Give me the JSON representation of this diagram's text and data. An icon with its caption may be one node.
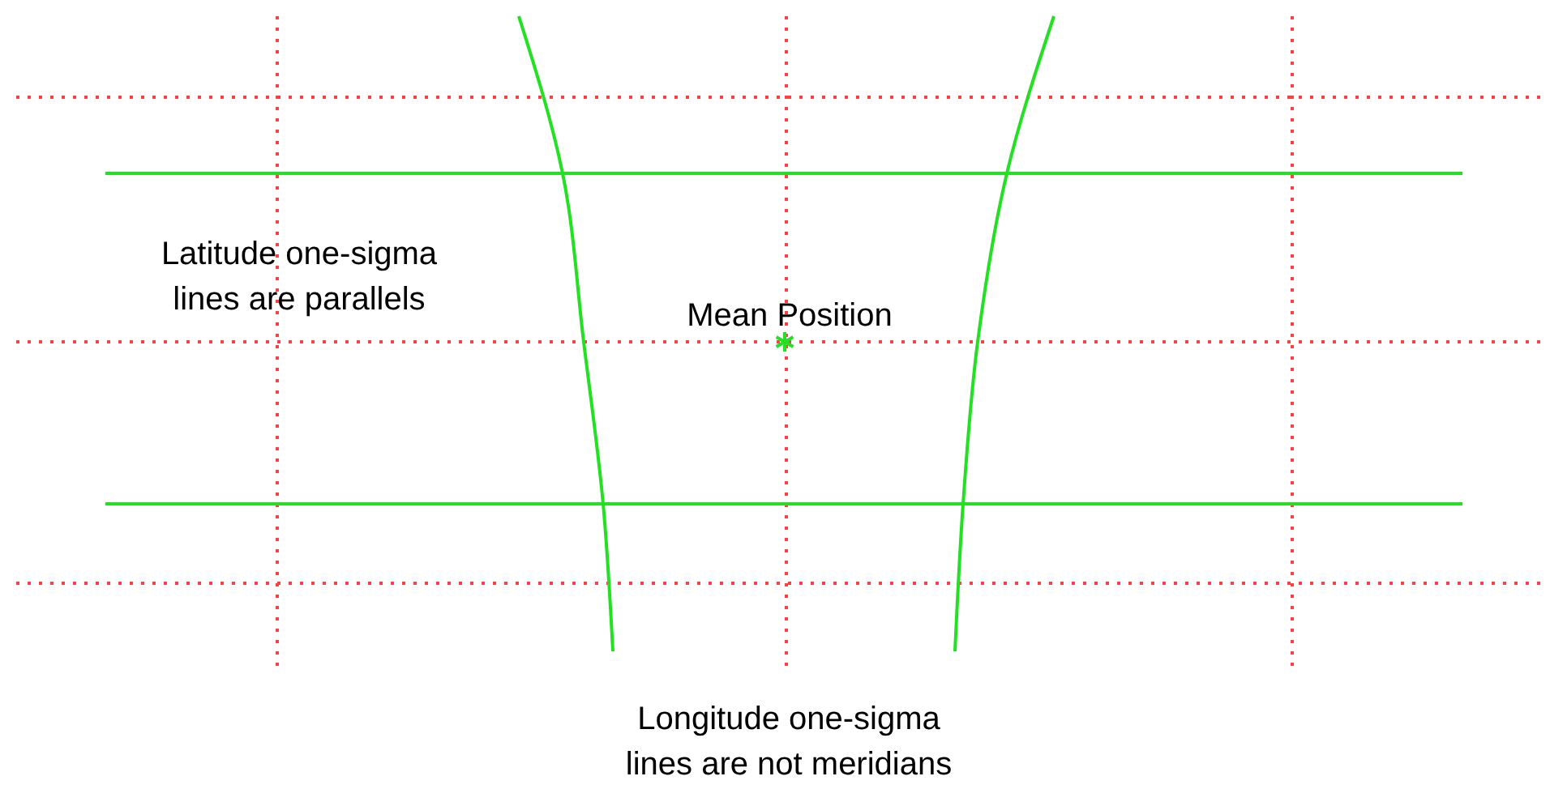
{
  "diagram": {
    "labels": [
      "Latitude one-sigma lines are parallels",
      "Mean Position",
      "Longitude one-sigma lines are not meridians"
    ]
  }
}
